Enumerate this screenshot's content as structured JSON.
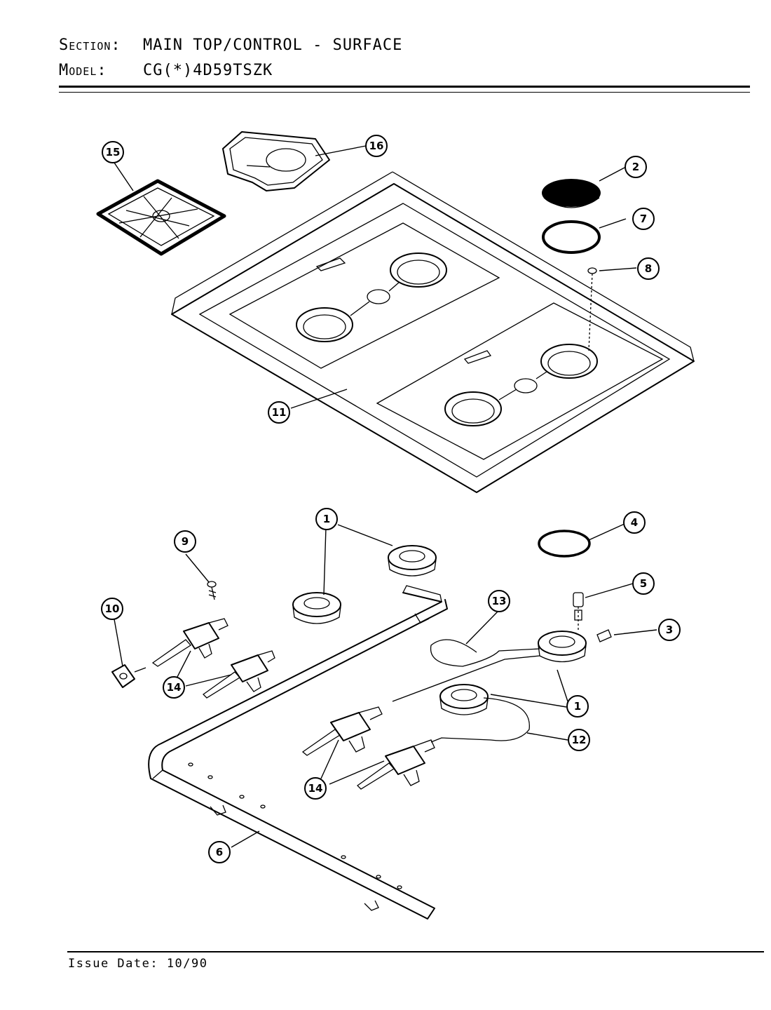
{
  "header": {
    "section_label": "Section:",
    "section_value": "MAIN TOP/CONTROL - SURFACE",
    "model_label": "Model:",
    "model_value": "CG(*)4D59TSZK"
  },
  "footer": {
    "issue_date": "Issue Date: 10/90"
  },
  "callouts": {
    "c1": "1",
    "c2": "2",
    "c3": "3",
    "c4": "4",
    "c5": "5",
    "c6": "6",
    "c7": "7",
    "c8": "8",
    "c9": "9",
    "c10": "10",
    "c11": "11",
    "c12": "12",
    "c13": "13",
    "c14": "14",
    "c15": "15",
    "c16": "16"
  }
}
